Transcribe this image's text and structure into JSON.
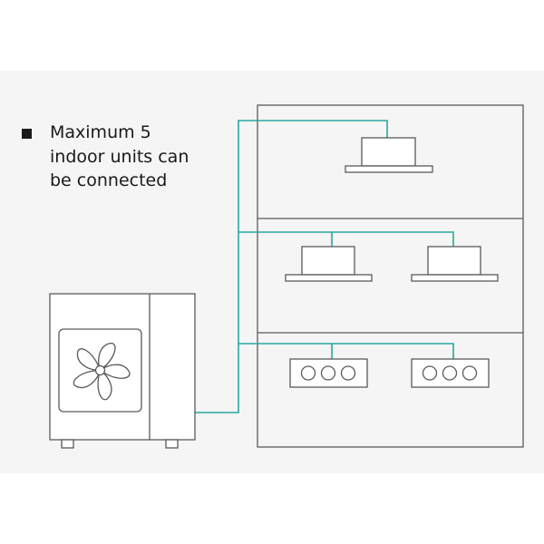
{
  "caption": {
    "lines": [
      "Maximum 5",
      "indoor units can",
      "be connected"
    ]
  },
  "colors": {
    "pipe": "#2aa7a1",
    "outline": "#5a5a5a",
    "panel_background": "#f4f5f4",
    "text": "#1a1a1a"
  },
  "diagram": {
    "floors": [
      {
        "indoor_units": [
          {
            "type": "ceiling-cassette"
          }
        ]
      },
      {
        "indoor_units": [
          {
            "type": "ceiling-cassette"
          },
          {
            "type": "ceiling-cassette"
          }
        ]
      },
      {
        "indoor_units": [
          {
            "type": "floor-console"
          },
          {
            "type": "floor-console"
          }
        ]
      }
    ],
    "outdoor_unit": {
      "icon": "fan-icon"
    }
  }
}
